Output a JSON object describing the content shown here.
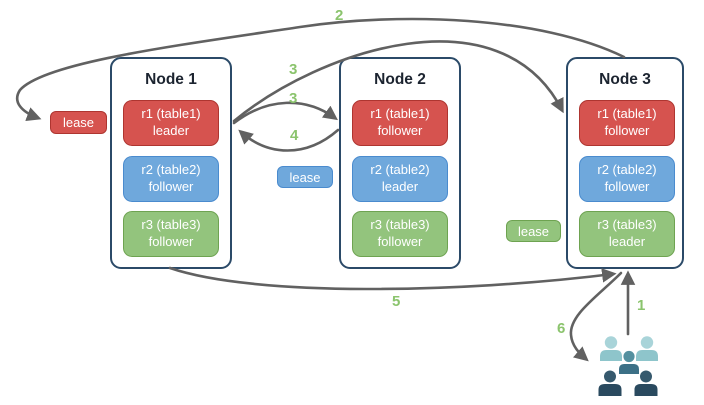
{
  "diagram": {
    "nodes": [
      {
        "title": "Node 1",
        "replicas": [
          {
            "line1": "r1 (table1)",
            "line2": "leader",
            "color": "red"
          },
          {
            "line1": "r2 (table2)",
            "line2": "follower",
            "color": "blue"
          },
          {
            "line1": "r3 (table3)",
            "line2": "follower",
            "color": "green"
          }
        ]
      },
      {
        "title": "Node 2",
        "replicas": [
          {
            "line1": "r1 (table1)",
            "line2": "follower",
            "color": "red"
          },
          {
            "line1": "r2 (table2)",
            "line2": "leader",
            "color": "blue"
          },
          {
            "line1": "r3 (table3)",
            "line2": "follower",
            "color": "green"
          }
        ]
      },
      {
        "title": "Node 3",
        "replicas": [
          {
            "line1": "r1 (table1)",
            "line2": "follower",
            "color": "red"
          },
          {
            "line1": "r2 (table2)",
            "line2": "follower",
            "color": "blue"
          },
          {
            "line1": "r3 (table3)",
            "line2": "leader",
            "color": "green"
          }
        ]
      }
    ],
    "leases": [
      {
        "label": "lease",
        "color": "red"
      },
      {
        "label": "lease",
        "color": "blue"
      },
      {
        "label": "lease",
        "color": "green"
      }
    ],
    "steps": {
      "s1": "1",
      "s2": "2",
      "s3a": "3",
      "s3b": "3",
      "s4": "4",
      "s5": "5",
      "s6": "6"
    },
    "colors": {
      "node_border": "#2b4a68",
      "replica_red": "#d6534f",
      "replica_red_border": "#ae3530",
      "replica_blue": "#6fa8dc",
      "replica_blue_border": "#4a8bce",
      "replica_green": "#93c47d",
      "replica_green_border": "#6ea351",
      "arrow": "#616161",
      "step_label": "#8bc46d"
    },
    "users_icon": {
      "name": "users-group-icon",
      "light_head": "#a9d4d9",
      "light_body": "#8ec5cb",
      "mid_head": "#54909f",
      "mid_body": "#3c7086",
      "dark_head": "#36596d",
      "dark_body": "#2a4a5f"
    }
  }
}
